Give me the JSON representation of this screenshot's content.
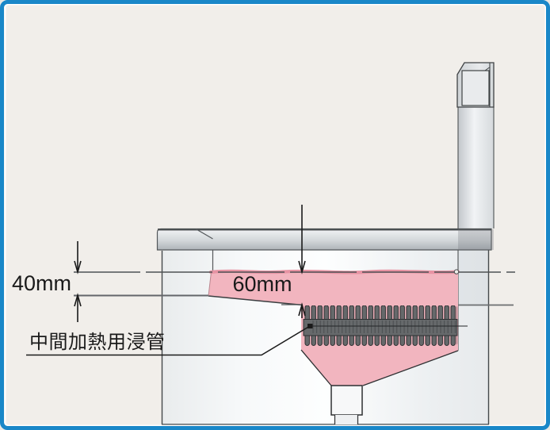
{
  "diagram": {
    "title_hint": "solder-bath-cross-section",
    "labels": {
      "dim_40mm": "40mm",
      "dim_60mm": "60mm",
      "pipe_label": "中間加熱用浸管"
    },
    "colors": {
      "frame_blue": "#1987c8",
      "background": "#f1eeea",
      "liquid_pink": "#f2b5bf",
      "liquid_surface_pink": "#e793a3",
      "pipe_gray": "#66696b",
      "outline_dark": "#3a3e40",
      "dimension_black": "#1a1a1a"
    }
  }
}
